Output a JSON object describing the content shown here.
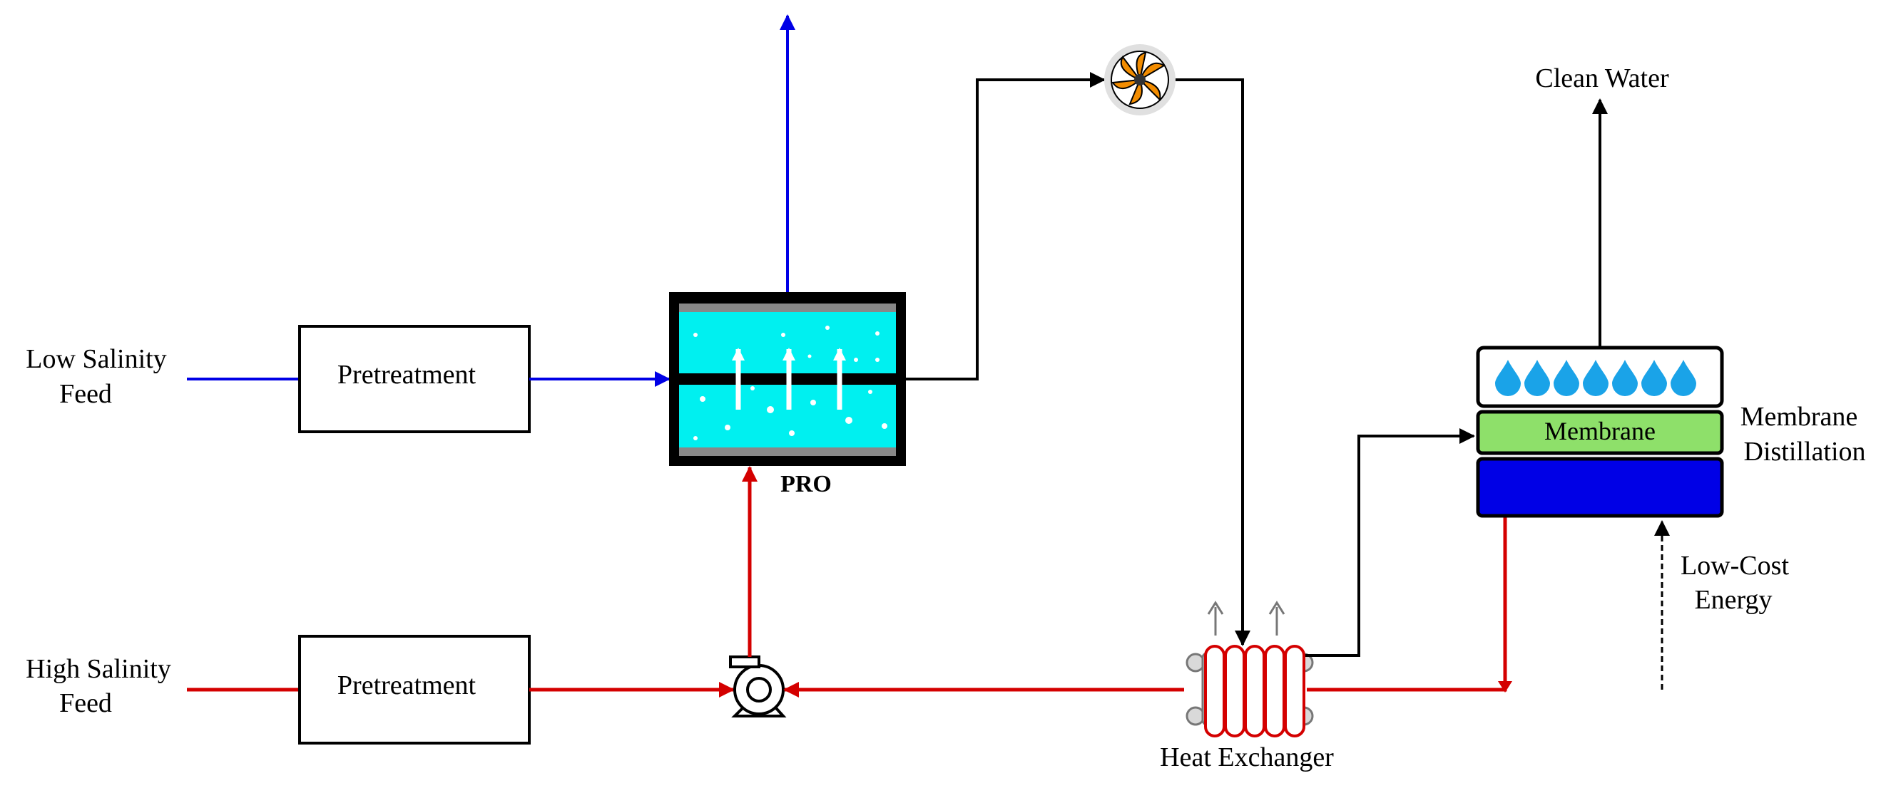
{
  "labels": {
    "low_feed_line1": "Low Salinity",
    "low_feed_line2": "Feed",
    "high_feed_line1": "High Salinity",
    "high_feed_line2": "Feed",
    "pretreatment_top": "Pretreatment",
    "pretreatment_bottom": "Pretreatment",
    "pro": "PRO",
    "clean_water": "Clean Water",
    "membrane": "Membrane",
    "md_line1": "Membrane",
    "md_line2": "Distillation",
    "energy_line1": "Low-Cost",
    "energy_line2": "Energy",
    "heat_exchanger": "Heat Exchanger"
  },
  "icons": {
    "turbine": "turbine-icon",
    "pump": "pump-icon",
    "heat_exchanger": "heat-exchanger-icon",
    "water_drops": "water-drop-icon"
  },
  "colors": {
    "low_salinity_stream": "#0000e6",
    "high_salinity_stream": "#d40000",
    "pro_water": "#00f0f0",
    "membrane": "#8ee06a",
    "md_feed": "#0000e6",
    "drop": "#1aa3e8",
    "turbine": "#f28c00"
  }
}
